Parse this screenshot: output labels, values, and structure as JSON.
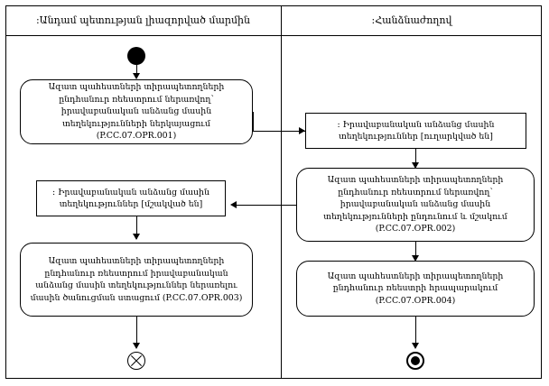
{
  "diagram": {
    "type": "uml-activity-diagram",
    "lanes": [
      {
        "id": "left",
        "header": ":Անդամ պետության լիազորված մարմին"
      },
      {
        "id": "right",
        "header": ":Հանձնաժողով"
      }
    ],
    "nodes": {
      "start": {
        "kind": "initial-node",
        "lane": "left"
      },
      "left_activity_1": {
        "kind": "activity",
        "lane": "left",
        "text": "Ազատ պահեստների տիրապետողների ընդհանուր ռեեստրում ներառվող՝ իրավաբանական անձանց մասին տեղեկությունների ներկայացում (P.CC.07.OPR.001)"
      },
      "right_signal_sent": {
        "kind": "signal",
        "lane": "right",
        "text": ": Իրավաբանական անձանց մասին տեղեկություններ [ուղարկված են]"
      },
      "right_activity_2": {
        "kind": "activity",
        "lane": "right",
        "text": "Ազատ պահեստների տիրապետողների ընդհանուր ռեեստրում ներառվող՝ իրավաբանական անձանց մասին տեղեկությունների ընդունում և մշակում (P.CC.07.OPR.002)"
      },
      "left_signal_processed": {
        "kind": "signal",
        "lane": "left",
        "text": ": Իրավաբանական անձանց մասին տեղեկություններ [մշակված են]"
      },
      "left_activity_3": {
        "kind": "activity",
        "lane": "left",
        "text": "Ազատ պահեստների տիրապետողների ընդհանուր ռեեստրում իրավաբանական անձանց մասին տեղեկություններ ներառելու մասին ծանուցման ստացում (P.CC.07.OPR.003)"
      },
      "right_activity_4": {
        "kind": "activity",
        "lane": "right",
        "text": "Ազատ պահեստների տիրապետողների ընդհանուր ռեեստրի հրապարակում (P.CC.07.OPR.004)"
      },
      "left_end": {
        "kind": "flow-final-node",
        "lane": "left"
      },
      "right_end": {
        "kind": "activity-final-node",
        "lane": "right"
      }
    },
    "colors": {
      "stroke": "#000000",
      "fill": "#ffffff",
      "text": "#000000"
    }
  }
}
